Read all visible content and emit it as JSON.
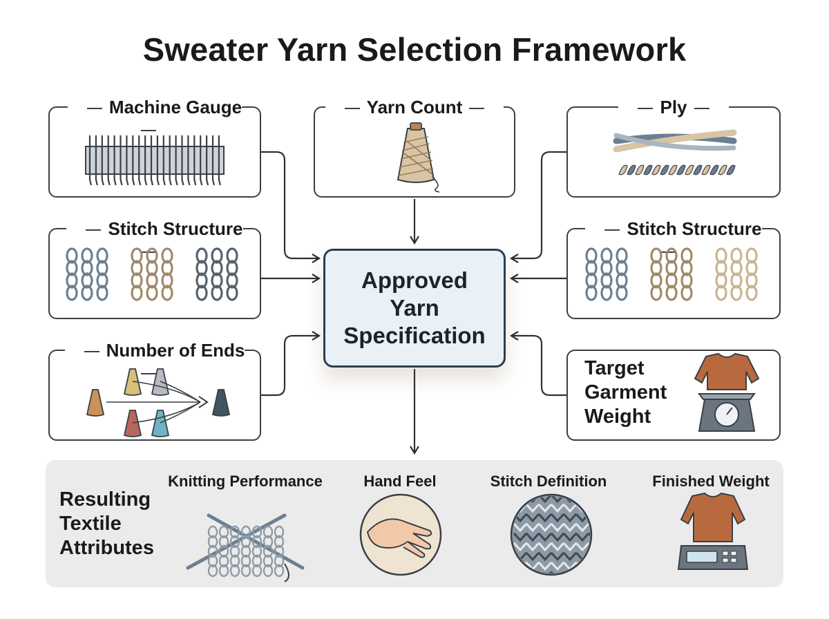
{
  "title": "Sweater Yarn Selection Framework",
  "inputs": {
    "machine_gauge": "Machine Gauge",
    "yarn_count": "Yarn Count",
    "ply": "Ply",
    "stitch_structure_left": "Stitch Structure",
    "stitch_structure_right": "Stitch Structure",
    "number_of_ends": "Number of Ends",
    "target_garment_weight": "Target\nGarment\nWeight"
  },
  "center": {
    "label": "Approved\nYarn\nSpecification"
  },
  "results": {
    "label": "Resulting\nTextile\nAttributes",
    "attributes": [
      {
        "label": "Knitting Performance",
        "icon": "knitting-needles-icon"
      },
      {
        "label": "Hand Feel",
        "icon": "hand-on-fabric-icon"
      },
      {
        "label": "Stitch Definition",
        "icon": "knit-texture-icon"
      },
      {
        "label": "Finished Weight",
        "icon": "sweater-on-scale-icon"
      }
    ]
  },
  "colors": {
    "border": "#3a3f45",
    "center_fill": "#e9f1f7",
    "results_fill": "#ebebeb",
    "yarn_tan": "#d9c4a3",
    "yarn_slate": "#6b7f92",
    "sweater": "#b86a3e"
  }
}
